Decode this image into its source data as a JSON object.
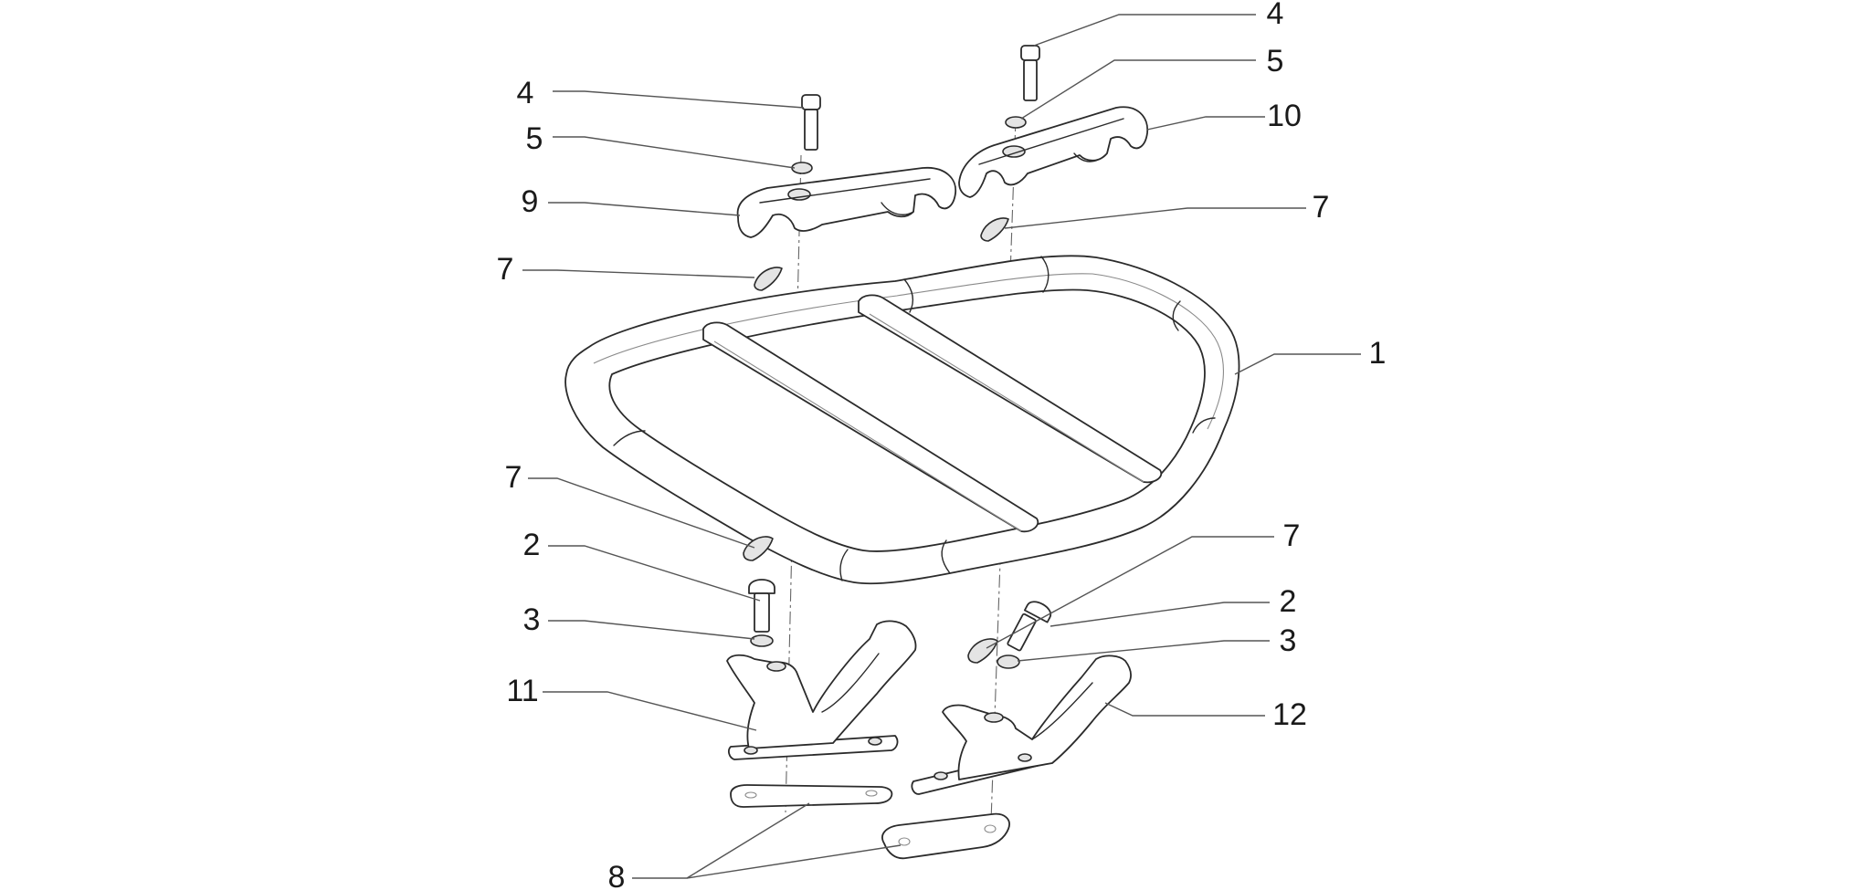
{
  "diagram": {
    "type": "exploded-parts-view",
    "colors": {
      "line": "#2b2b2b",
      "leader": "#555555",
      "shade": "#e4e4e4",
      "background": "#ffffff"
    },
    "callouts": [
      {
        "id": "c4a",
        "label": "4"
      },
      {
        "id": "c5a",
        "label": "5"
      },
      {
        "id": "c9",
        "label": "9"
      },
      {
        "id": "c7a",
        "label": "7"
      },
      {
        "id": "c4b",
        "label": "4"
      },
      {
        "id": "c5b",
        "label": "5"
      },
      {
        "id": "c10",
        "label": "10"
      },
      {
        "id": "c7b",
        "label": "7"
      },
      {
        "id": "c1",
        "label": "1"
      },
      {
        "id": "c7c",
        "label": "7"
      },
      {
        "id": "c2a",
        "label": "2"
      },
      {
        "id": "c3a",
        "label": "3"
      },
      {
        "id": "c11",
        "label": "11"
      },
      {
        "id": "c7d",
        "label": "7"
      },
      {
        "id": "c2b",
        "label": "2"
      },
      {
        "id": "c3b",
        "label": "3"
      },
      {
        "id": "c12",
        "label": "12"
      },
      {
        "id": "c8",
        "label": "8"
      }
    ]
  }
}
